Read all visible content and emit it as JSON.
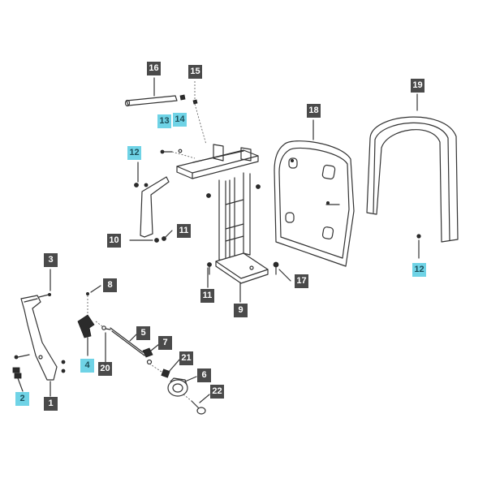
{
  "accent_colors": {
    "callout_dark": "#4a4a4a",
    "callout_highlight": "#6fd3e6"
  },
  "callouts": [
    {
      "id": "c16",
      "label": "16",
      "highlight": false
    },
    {
      "id": "c15",
      "label": "15",
      "highlight": false
    },
    {
      "id": "c13",
      "label": "13",
      "highlight": true
    },
    {
      "id": "c14",
      "label": "14",
      "highlight": true
    },
    {
      "id": "c12a",
      "label": "12",
      "highlight": true
    },
    {
      "id": "c10",
      "label": "10",
      "highlight": false
    },
    {
      "id": "c11a",
      "label": "11",
      "highlight": false
    },
    {
      "id": "c11b",
      "label": "11",
      "highlight": false
    },
    {
      "id": "c9",
      "label": "9",
      "highlight": false
    },
    {
      "id": "c17",
      "label": "17",
      "highlight": false
    },
    {
      "id": "c18",
      "label": "18",
      "highlight": false
    },
    {
      "id": "c19",
      "label": "19",
      "highlight": false
    },
    {
      "id": "c12b",
      "label": "12",
      "highlight": true
    },
    {
      "id": "c3",
      "label": "3",
      "highlight": false
    },
    {
      "id": "c8",
      "label": "8",
      "highlight": false
    },
    {
      "id": "c5",
      "label": "5",
      "highlight": false
    },
    {
      "id": "c7",
      "label": "7",
      "highlight": false
    },
    {
      "id": "c4",
      "label": "4",
      "highlight": true
    },
    {
      "id": "c20",
      "label": "20",
      "highlight": false
    },
    {
      "id": "c21",
      "label": "21",
      "highlight": false
    },
    {
      "id": "c6",
      "label": "6",
      "highlight": false
    },
    {
      "id": "c22",
      "label": "22",
      "highlight": false
    },
    {
      "id": "c2",
      "label": "2",
      "highlight": true
    },
    {
      "id": "c1",
      "label": "1",
      "highlight": false
    }
  ]
}
